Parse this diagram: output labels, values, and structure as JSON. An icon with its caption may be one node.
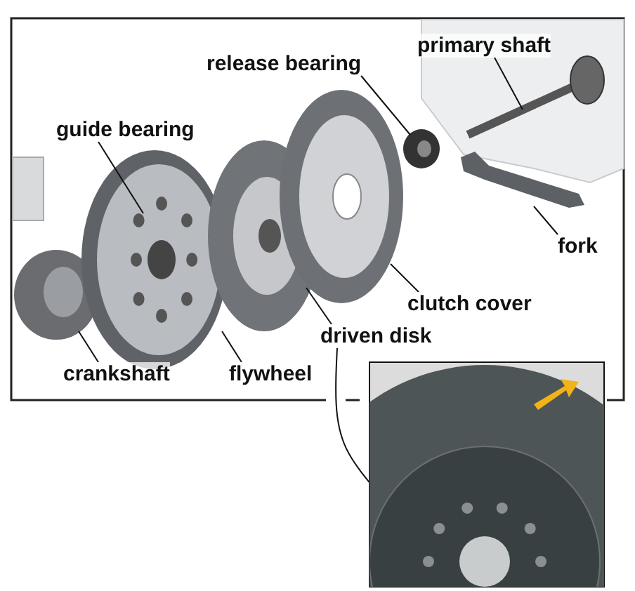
{
  "diagram": {
    "nodes": [
      {
        "text": [
          "release bearing"
        ]
      },
      {
        "text": [
          "primary shaft"
        ]
      },
      {
        "text": [
          "guide bearing"
        ]
      },
      {
        "text": [
          "fork"
        ]
      },
      {
        "text": [
          "clutch cover"
        ]
      },
      {
        "text": [
          "driven disk"
        ]
      },
      {
        "text": [
          "crankshaft"
        ]
      },
      {
        "text": [
          "flywheel"
        ]
      },
      {
        "text": [],
        "shape": "picture"
      }
    ],
    "edges": [
      {
        "from": 0,
        "to": null,
        "arrow": "none"
      },
      {
        "from": 1,
        "to": null,
        "arrow": "none"
      },
      {
        "from": 2,
        "to": null,
        "arrow": "none"
      },
      {
        "from": 3,
        "to": null,
        "arrow": "none"
      },
      {
        "from": 4,
        "to": null,
        "arrow": "none"
      },
      {
        "from": 5,
        "to": null,
        "arrow": "none"
      },
      {
        "from": 6,
        "to": null,
        "arrow": "none"
      },
      {
        "from": 7,
        "to": null,
        "arrow": "none"
      },
      {
        "from": 5,
        "to": 8,
        "arrow": "none"
      }
    ]
  }
}
